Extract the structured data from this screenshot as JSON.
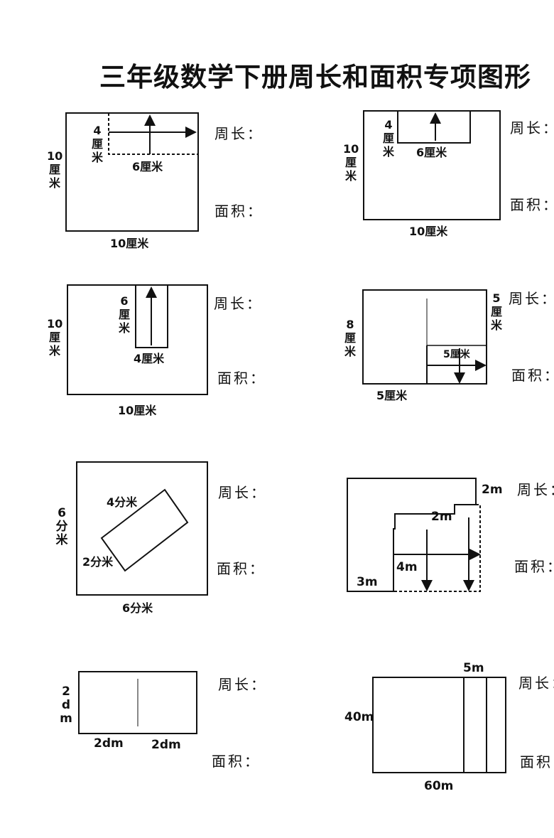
{
  "title": "三年级数学下册周长和面积专项图形",
  "question_labels": {
    "perimeter": "周长：",
    "area": "面积："
  },
  "problems": [
    {
      "id": 1,
      "labels": [
        "10厘米",
        "10厘米",
        "4厘米",
        "6厘米"
      ]
    },
    {
      "id": 2,
      "labels": [
        "10厘米",
        "4厘米",
        "6厘米",
        "10厘米"
      ]
    },
    {
      "id": 3,
      "labels": [
        "10厘米",
        "6厘米",
        "4厘米",
        "10厘米"
      ]
    },
    {
      "id": 4,
      "labels": [
        "8厘米",
        "5厘米",
        "5厘米",
        "5厘米"
      ]
    },
    {
      "id": 5,
      "labels": [
        "6分米",
        "4分米",
        "2分米",
        "6分米"
      ]
    },
    {
      "id": 6,
      "labels": [
        "2m",
        "2m",
        "4m",
        "3m"
      ]
    },
    {
      "id": 7,
      "labels": [
        "2dm",
        "2dm",
        "2dm"
      ]
    },
    {
      "id": 8,
      "labels": [
        "5m",
        "40m",
        "60m"
      ]
    }
  ]
}
